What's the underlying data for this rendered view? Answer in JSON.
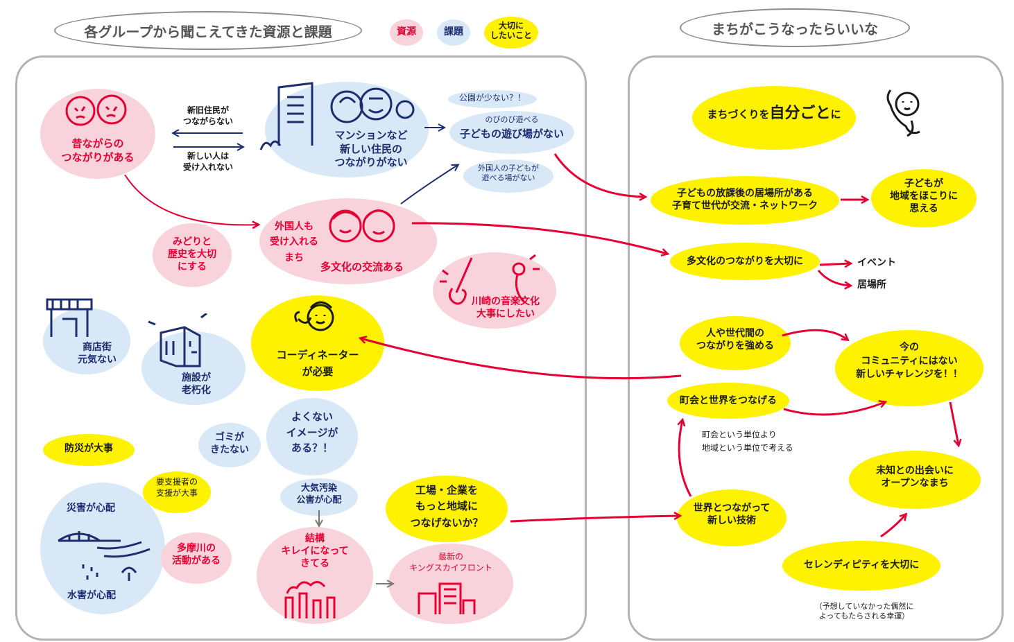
{
  "header": {
    "left_title": "各グループから聞こえてきた資源と課題",
    "right_title": "まちがこうなったらいいな",
    "legend": {
      "resource": "資源",
      "issue": "課題",
      "important_1": "大切に",
      "important_2": "したいこと"
    }
  },
  "colors": {
    "resource": "#f9d3dc",
    "issue": "#d9e8f6",
    "important": "#fff200",
    "arrow": "#e60033",
    "text_red": "#e60033",
    "text_navy": "#1d2e6e"
  },
  "left": {
    "old_connections": [
      "昔ながらの",
      "つながりがある"
    ],
    "no_connect_old_new": [
      "新旧住民が",
      "つながらない"
    ],
    "no_accept_new": [
      "新しい人は",
      "受け入れない"
    ],
    "mansion": [
      "マンションなど",
      "新しい住民の",
      "つながりがない"
    ],
    "few_parks": "公園が少ない？！",
    "play_freely": "のびのび遊べる",
    "no_play_place": "子どもの遊び場がない",
    "foreign_kids": [
      "外国人の子どもが",
      "遊べる場がない"
    ],
    "accept_foreigners": [
      "外国人も",
      "受け入れる",
      "まち"
    ],
    "multicultural": "多文化の交流ある",
    "green_history": [
      "みどりと",
      "歴史を大切",
      "にする"
    ],
    "music": [
      "川崎の音楽文化",
      "大事にしたい"
    ],
    "shops": [
      "商店街",
      "元気ない"
    ],
    "facilities": [
      "施設が",
      "老朽化"
    ],
    "coordinator": [
      "コーディネーター",
      "が必要"
    ],
    "bad_image": [
      "よくない",
      "イメージが",
      "ある？！"
    ],
    "garbage": [
      "ゴミが",
      "きたない"
    ],
    "disaster_prep": "防災が大事",
    "support_needed": [
      "要支援者の",
      "支援が大事"
    ],
    "disaster_worry": "災害が心配",
    "flood_worry": "水害が心配",
    "tama_river": [
      "多摩川の",
      "活動がある"
    ],
    "air_pollution": [
      "大気汚染",
      "公害が心配"
    ],
    "cleaner": [
      "結構",
      "キレイになって",
      "きてる"
    ],
    "factories": [
      "工場・企業を",
      "もっと地域に",
      "つなげないか？"
    ],
    "king_skyfront": [
      "最新の",
      "キングスカイフロント"
    ]
  },
  "right": {
    "own_matter": [
      "まちづくりを",
      "自分ごと",
      "に"
    ],
    "after_school": [
      "子どもの放課後の居場所がある",
      "子育て世代が交流・ネットワーク"
    ],
    "pride": [
      "子どもが",
      "地域をほこりに",
      "思える"
    ],
    "multicultural_value": "多文化のつながりを大切に",
    "event": "イベント",
    "place": "居場所",
    "generations": [
      "人や世代間の",
      "つながりを強める"
    ],
    "new_challenge": [
      "今の",
      "コミュニティにはない",
      "新しいチャレンジを！！"
    ],
    "connect_world": "町会と世界をつなげる",
    "think_region": [
      "町会という単位より",
      "地域という単位で考える"
    ],
    "open_town": [
      "未知との出会いに",
      "オープンなまち"
    ],
    "new_tech": [
      "世界とつながって",
      "新しい技術"
    ],
    "serendipity": "セレンディピティを大切に",
    "serendipity_note": [
      "（予想していなかった偶然に",
      "よってもたらされる幸運）"
    ]
  }
}
